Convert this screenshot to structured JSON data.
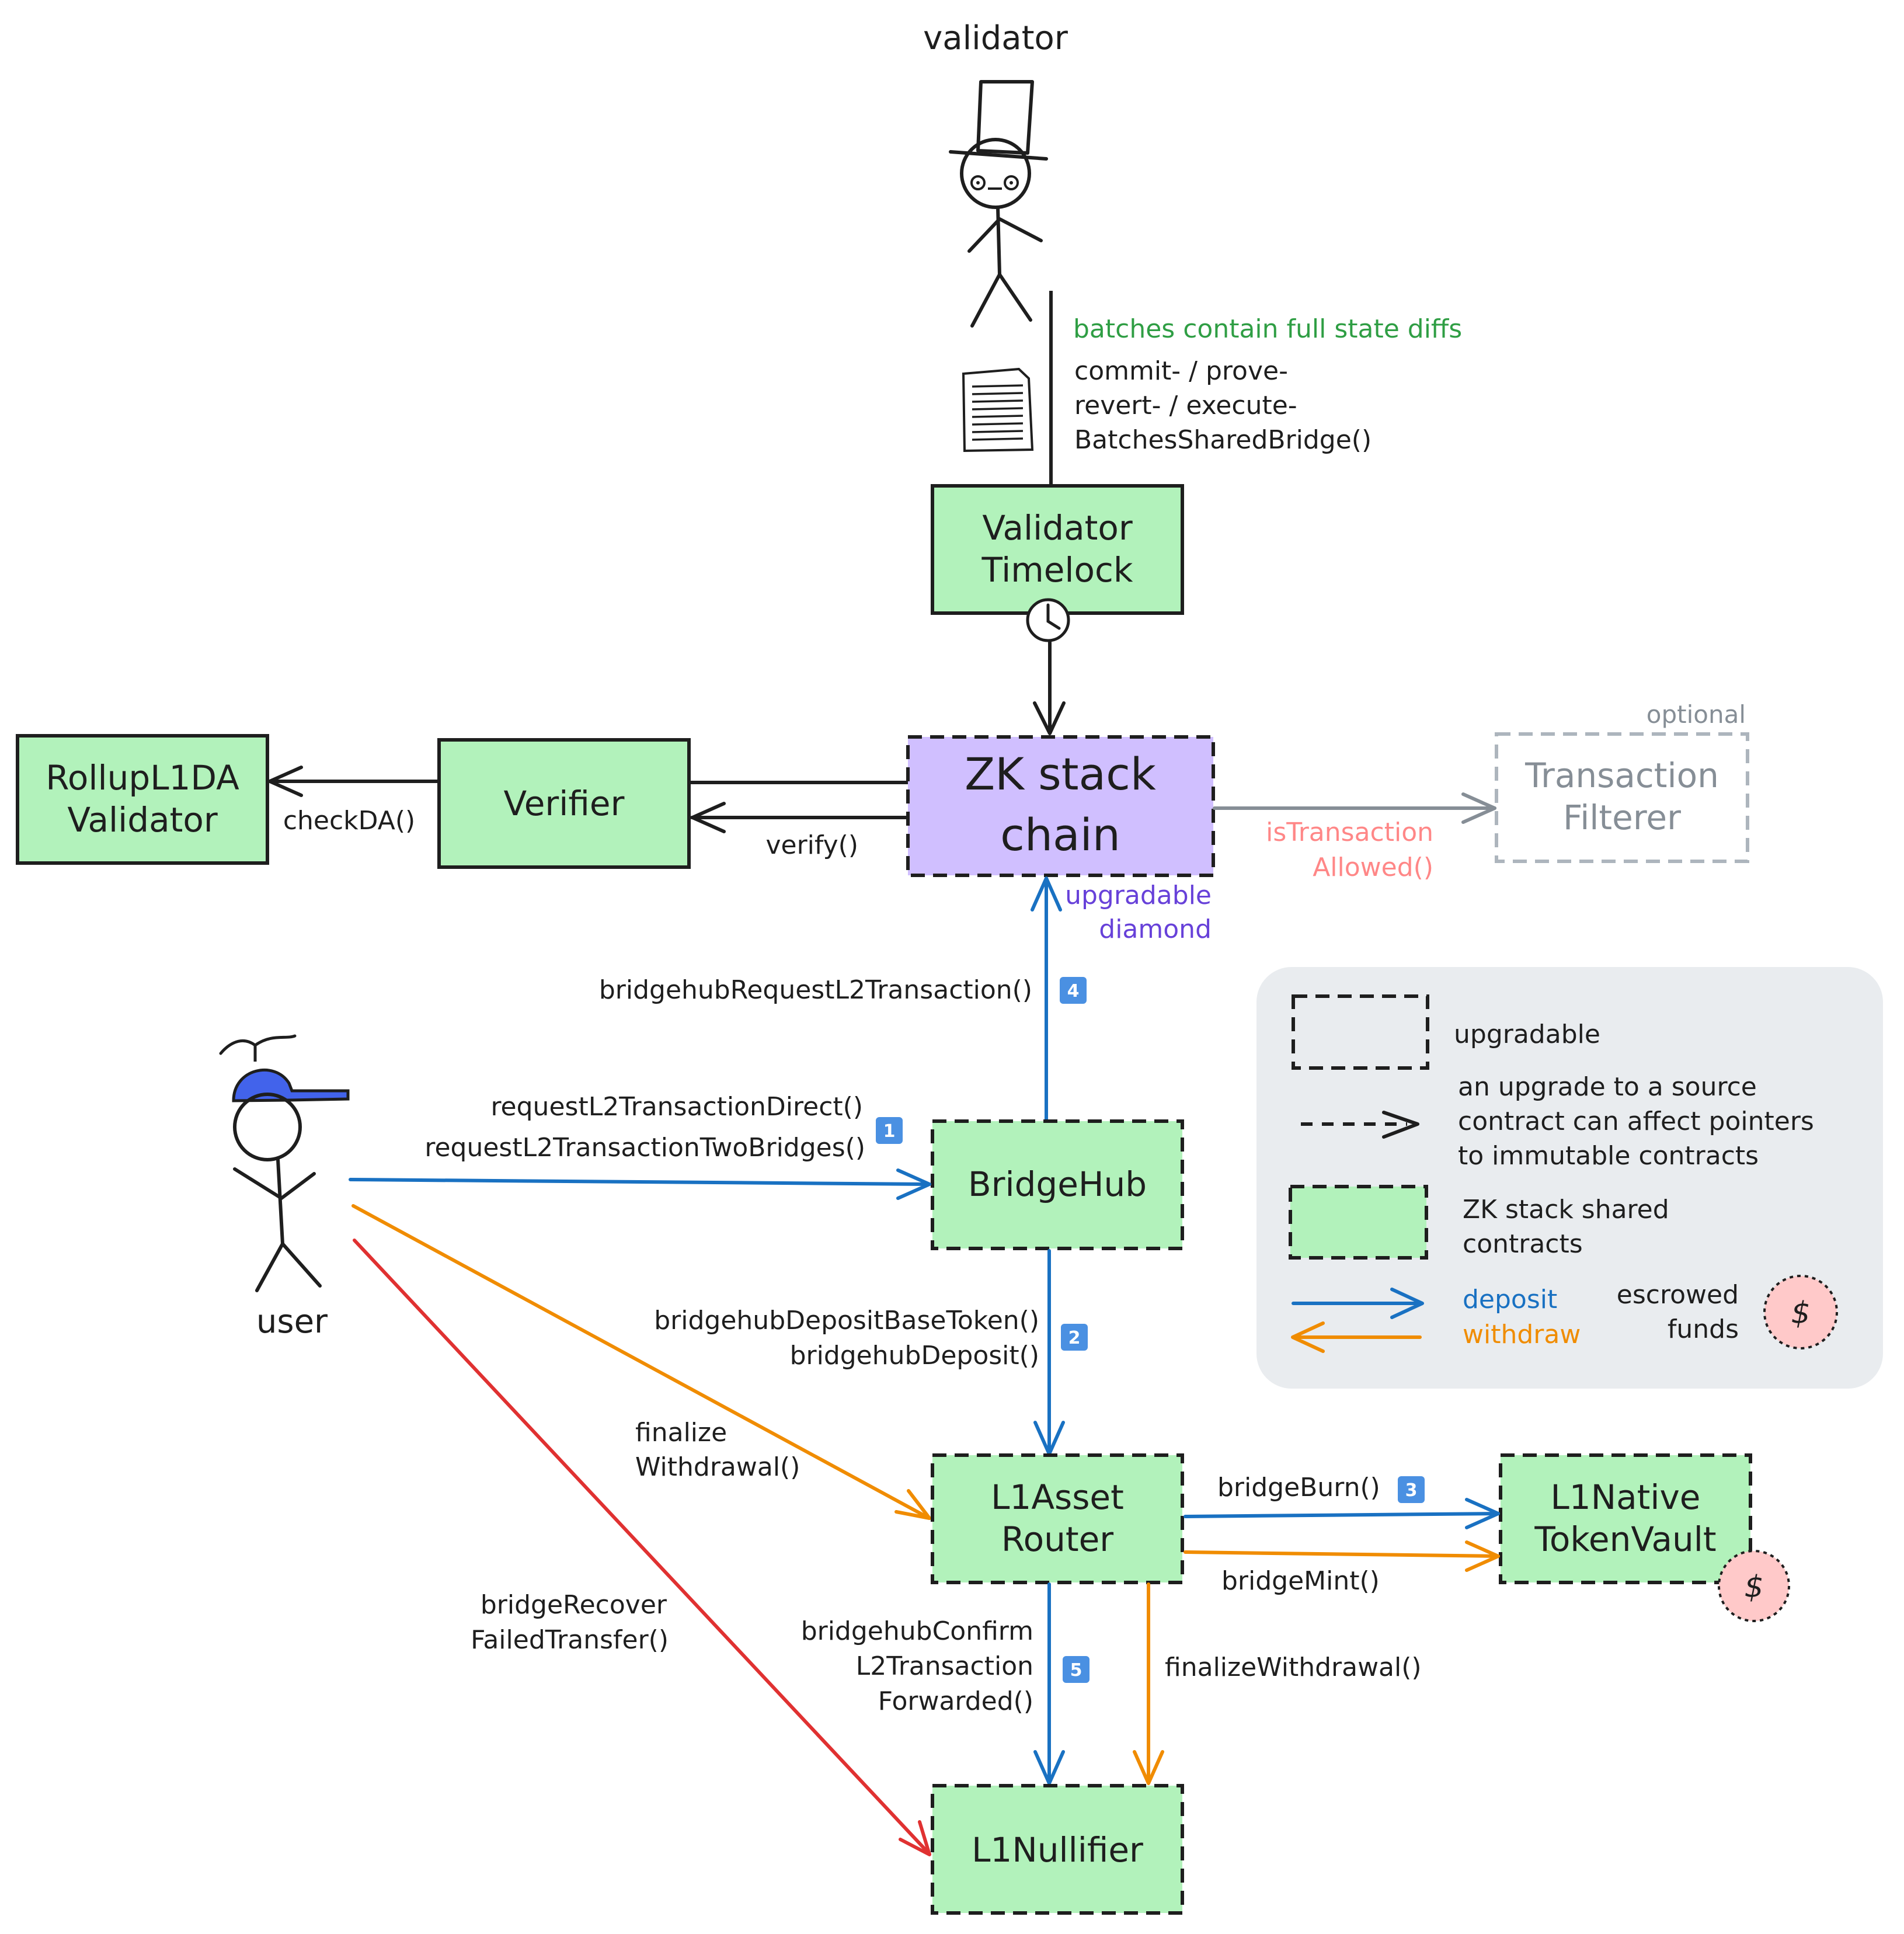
{
  "colors": {
    "green_fill": "#b2f2bb",
    "purple_fill": "#d0bfff",
    "legend_bg": "#e9ecef",
    "deposit": "#1971c2",
    "withdraw": "#f08c00",
    "recover": "#e03131",
    "filter_grey": "#868e96",
    "filter_label": "#ff8787",
    "state_diffs": "#2f9e44",
    "upgradable_label": "#6741d9",
    "badge_blue": "#4a90e2",
    "funds_pink": "#ffc9c9"
  },
  "actors": {
    "validator": "validator",
    "user": "user"
  },
  "boxes": {
    "validator_timelock": [
      "Validator",
      "Timelock"
    ],
    "zk_chain": [
      "ZK stack",
      "chain"
    ],
    "verifier": "Verifier",
    "rollup_da": [
      "RollupL1DA",
      "Validator"
    ],
    "transaction_filterer": [
      "Transaction",
      "Filterer"
    ],
    "bridgehub": "BridgeHub",
    "asset_router": [
      "L1Asset",
      "Router"
    ],
    "native_vault": [
      "L1Native",
      "TokenVault"
    ],
    "nullifier": "L1Nullifier"
  },
  "labels": {
    "state_diffs": "batches contain full state diffs",
    "batch_calls": [
      "commit- / prove-",
      "revert- / execute-",
      "BatchesSharedBridge()"
    ],
    "check_da": "checkDA()",
    "verify": "verify()",
    "optional": "optional",
    "is_tx_allowed": [
      "isTransaction",
      "Allowed()"
    ],
    "upgradable_diamond": [
      "upgradable",
      "diamond"
    ],
    "request_bridgehub": "bridgehubRequestL2Transaction()",
    "request_direct": [
      "requestL2TransactionDirect()",
      "requestL2TransactionTwoBridges()"
    ],
    "deposit_calls": [
      "bridgehubDepositBaseToken()",
      "bridgehubDeposit()"
    ],
    "finalize_user": [
      "finalize",
      "Withdrawal()"
    ],
    "recover": [
      "bridgeRecover",
      "FailedTransfer()"
    ],
    "bridge_burn": "bridgeBurn()",
    "bridge_mint": "bridgeMint()",
    "confirm": [
      "bridgehubConfirm",
      "L2Transaction",
      "Forwarded()"
    ],
    "finalize_router": "finalizeWithdrawal()"
  },
  "badges": {
    "b1": "1",
    "b2": "2",
    "b3": "3",
    "b4": "4",
    "b5": "5"
  },
  "legend": {
    "upgradable": "upgradable",
    "pointer_note": [
      "an upgrade to a source",
      "contract can affect pointers",
      "to immutable contracts"
    ],
    "shared": [
      "ZK stack shared",
      "contracts"
    ],
    "deposit": "deposit",
    "withdraw": "withdraw",
    "escrowed": [
      "escrowed",
      "funds"
    ],
    "dollar": "$"
  },
  "icons": {
    "clock": "clock-icon",
    "document": "document-icon",
    "dollar": "dollar-coin-icon"
  }
}
